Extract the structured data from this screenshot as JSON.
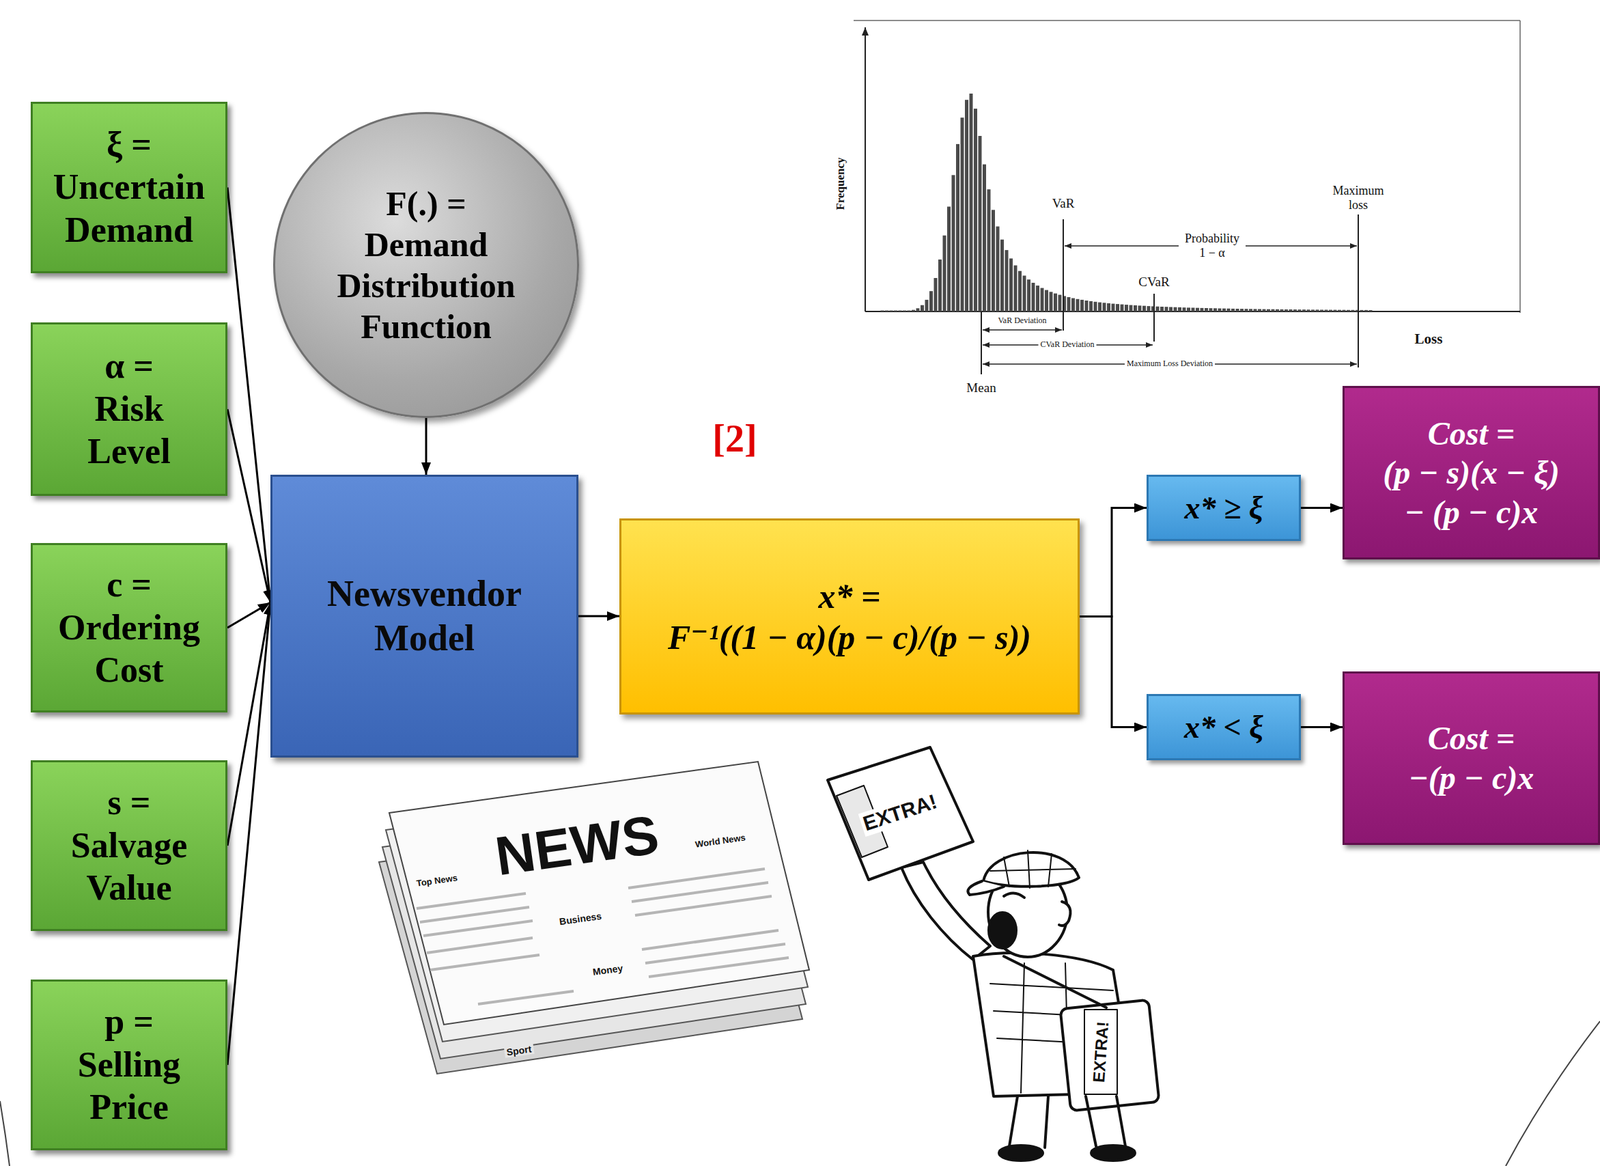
{
  "diagram": {
    "nodes": [
      {
        "text": [
          "ξ = Uncertain Demand"
        ]
      },
      {
        "text": [
          "α = Risk Level"
        ]
      },
      {
        "text": [
          "c = Ordering Cost"
        ]
      },
      {
        "text": [
          "s = Salvage Value"
        ]
      },
      {
        "text": [
          "p = Selling Price"
        ]
      },
      {
        "text": [
          "F(.) = Demand Distribution Function"
        ]
      },
      {
        "text": [
          "Newsvendor Model"
        ]
      },
      {
        "text": [
          "x* =",
          "F⁻¹((1 − α)(p − c)/(p − s))"
        ]
      },
      {
        "text": [
          "x* ≥ ξ"
        ]
      },
      {
        "text": [
          "x* < ξ"
        ]
      },
      {
        "text": [
          "Cost =",
          "(p − s)(x − ξ) − (p − c)x"
        ]
      },
      {
        "text": [
          "Cost =",
          "−(p − c)x"
        ]
      }
    ],
    "edges": [
      {
        "from": 0,
        "to": 6,
        "arrow": "to"
      },
      {
        "from": 1,
        "to": 6,
        "arrow": "to"
      },
      {
        "from": 2,
        "to": 6,
        "arrow": "to"
      },
      {
        "from": 3,
        "to": 6,
        "arrow": "to"
      },
      {
        "from": 4,
        "to": 6,
        "arrow": "to"
      },
      {
        "from": 5,
        "to": 6,
        "arrow": "to"
      },
      {
        "from": 6,
        "to": 7,
        "arrow": "to"
      },
      {
        "from": 7,
        "to": 8,
        "arrow": "to"
      },
      {
        "from": 7,
        "to": 9,
        "arrow": "to"
      },
      {
        "from": 8,
        "to": 10,
        "arrow": "to"
      },
      {
        "from": 9,
        "to": 11,
        "arrow": "to"
      }
    ],
    "labels": [
      "[2]",
      "Frequency",
      "VaR",
      "Maximum loss",
      "Probability 1 − α",
      "CVaR",
      "VaR Deviation",
      "CVaR Deviation",
      "Maximum Loss Deviation",
      "Mean",
      "Loss",
      "NEWS",
      "Top News",
      "World News",
      "Business",
      "Money",
      "Sport",
      "EXTRA!",
      "EXTRA!"
    ]
  }
}
